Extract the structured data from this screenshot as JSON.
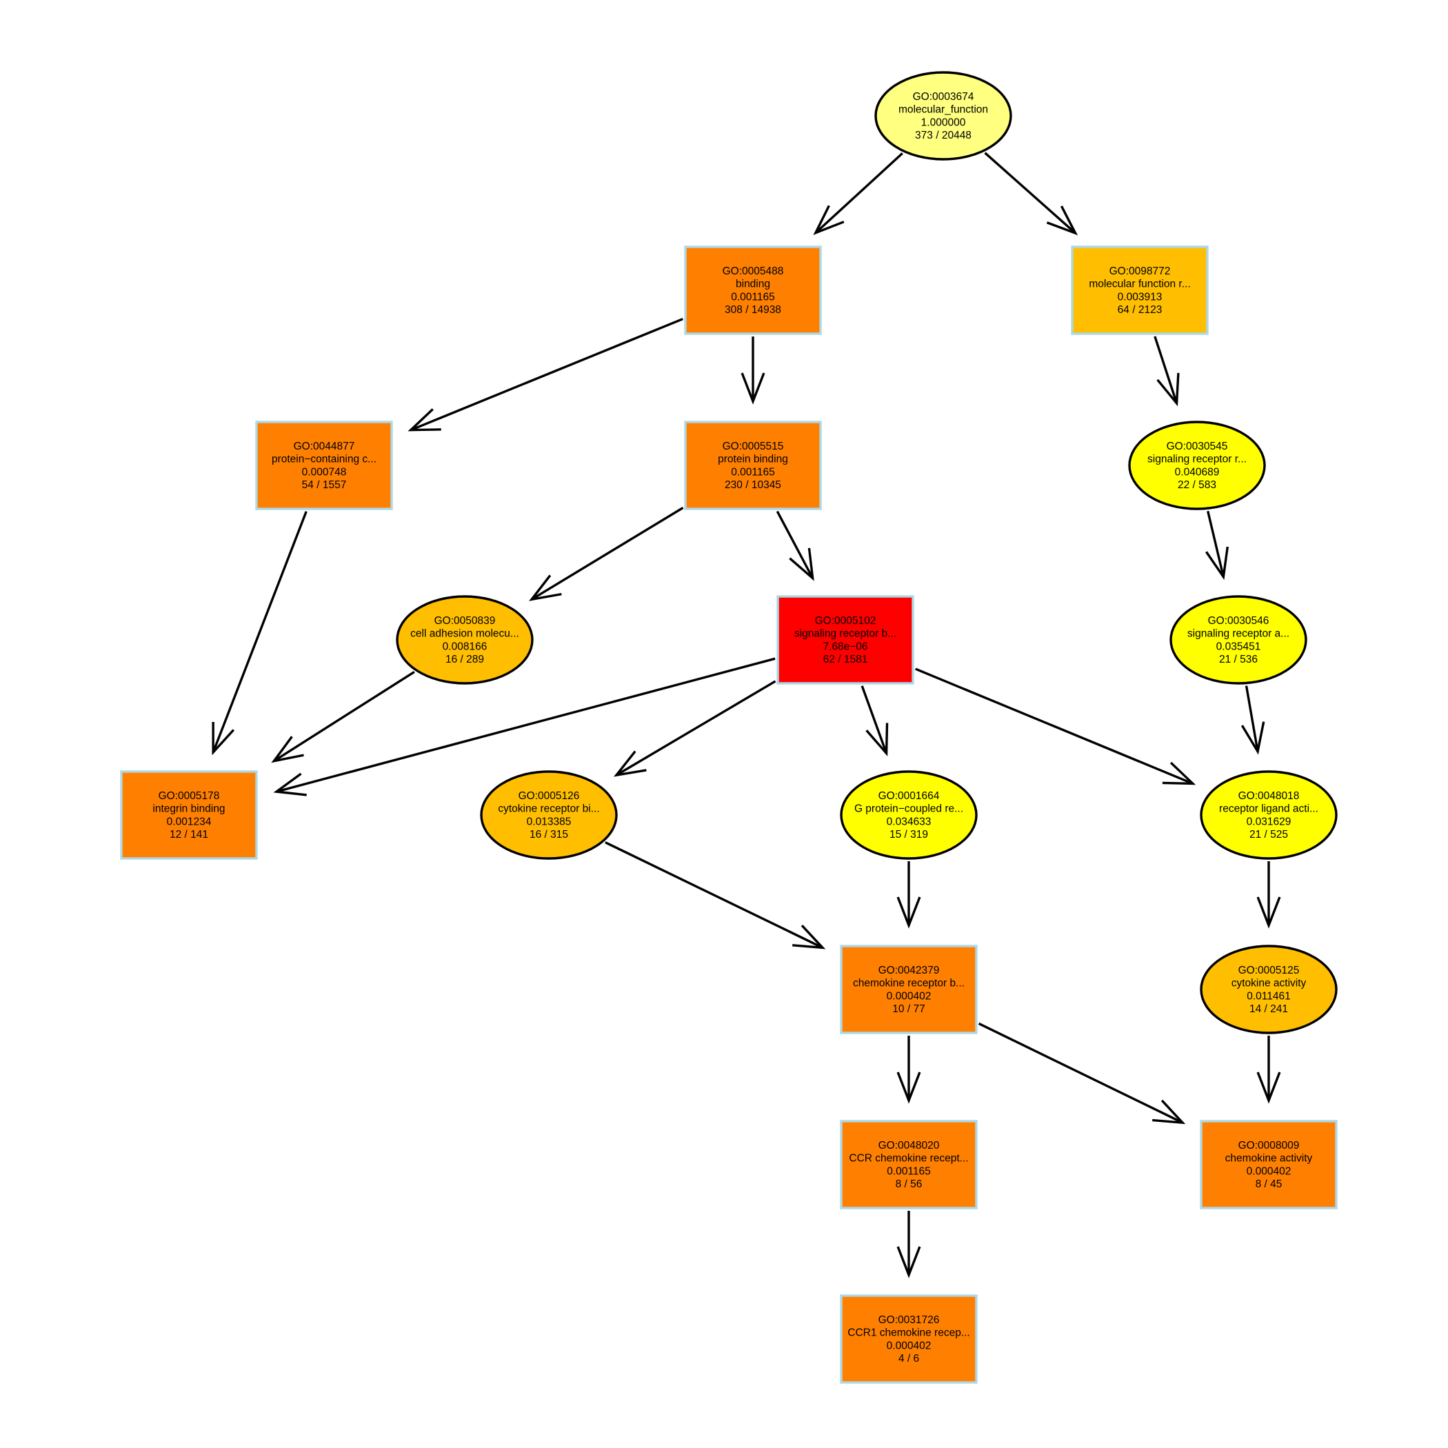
{
  "colors": {
    "red": "#ff0000",
    "orange": "#ff8000",
    "amber": "#ffbf00",
    "yellow": "#ffff00",
    "pale_yellow": "#ffff80",
    "box_border": "#add8e6",
    "ellipse_border": "#000000",
    "edge": "#000000"
  },
  "nodes": [
    {
      "id": "GO:0003674",
      "shape": "ellipse",
      "fill": "#ffff80",
      "lines": [
        "GO:0003674",
        "molecular_function",
        "1.000000",
        "373 / 20448"
      ]
    },
    {
      "id": "GO:0005488",
      "shape": "box",
      "fill": "#ff8000",
      "lines": [
        "GO:0005488",
        "binding",
        "0.001165",
        "308 / 14938"
      ]
    },
    {
      "id": "GO:0098772",
      "shape": "box",
      "fill": "#ffbf00",
      "lines": [
        "GO:0098772",
        "molecular function r...",
        "0.003913",
        "64 / 2123"
      ]
    },
    {
      "id": "GO:0044877",
      "shape": "box",
      "fill": "#ff8000",
      "lines": [
        "GO:0044877",
        "protein−containing c...",
        "0.000748",
        "54 / 1557"
      ]
    },
    {
      "id": "GO:0005515",
      "shape": "box",
      "fill": "#ff8000",
      "lines": [
        "GO:0005515",
        "protein binding",
        "0.001165",
        "230 / 10345"
      ]
    },
    {
      "id": "GO:0030545",
      "shape": "ellipse",
      "fill": "#ffff00",
      "lines": [
        "GO:0030545",
        "signaling receptor r...",
        "0.040689",
        "22 / 583"
      ]
    },
    {
      "id": "GO:0050839",
      "shape": "ellipse",
      "fill": "#ffbf00",
      "lines": [
        "GO:0050839",
        "cell adhesion molecu...",
        "0.008166",
        "16 / 289"
      ]
    },
    {
      "id": "GO:0005102",
      "shape": "box",
      "fill": "#ff0000",
      "lines": [
        "GO:0005102",
        "signaling receptor b...",
        "7.68e−06",
        "62 / 1581"
      ]
    },
    {
      "id": "GO:0030546",
      "shape": "ellipse",
      "fill": "#ffff00",
      "lines": [
        "GO:0030546",
        "signaling receptor a...",
        "0.035451",
        "21 / 536"
      ]
    },
    {
      "id": "GO:0005178",
      "shape": "box",
      "fill": "#ff8000",
      "lines": [
        "GO:0005178",
        "integrin binding",
        "0.001234",
        "12 / 141"
      ]
    },
    {
      "id": "GO:0005126",
      "shape": "ellipse",
      "fill": "#ffbf00",
      "lines": [
        "GO:0005126",
        "cytokine receptor bi...",
        "0.013385",
        "16 / 315"
      ]
    },
    {
      "id": "GO:0001664",
      "shape": "ellipse",
      "fill": "#ffff00",
      "lines": [
        "GO:0001664",
        "G protein−coupled re...",
        "0.034633",
        "15 / 319"
      ]
    },
    {
      "id": "GO:0048018",
      "shape": "ellipse",
      "fill": "#ffff00",
      "lines": [
        "GO:0048018",
        "receptor ligand acti...",
        "0.031629",
        "21 / 525"
      ]
    },
    {
      "id": "GO:0042379",
      "shape": "box",
      "fill": "#ff8000",
      "lines": [
        "GO:0042379",
        "chemokine receptor b...",
        "0.000402",
        "10 / 77"
      ]
    },
    {
      "id": "GO:0005125",
      "shape": "ellipse",
      "fill": "#ffbf00",
      "lines": [
        "GO:0005125",
        "cytokine activity",
        "0.011461",
        "14 / 241"
      ]
    },
    {
      "id": "GO:0048020",
      "shape": "box",
      "fill": "#ff8000",
      "lines": [
        "GO:0048020",
        "CCR chemokine recept...",
        "0.001165",
        "8 / 56"
      ]
    },
    {
      "id": "GO:0008009",
      "shape": "box",
      "fill": "#ff8000",
      "lines": [
        "GO:0008009",
        "chemokine activity",
        "0.000402",
        "8 / 45"
      ]
    },
    {
      "id": "GO:0031726",
      "shape": "box",
      "fill": "#ff8000",
      "lines": [
        "GO:0031726",
        "CCR1 chemokine recep...",
        "0.000402",
        "4 / 6"
      ]
    }
  ],
  "edges": [
    {
      "from": "GO:0003674",
      "to": "GO:0005488"
    },
    {
      "from": "GO:0003674",
      "to": "GO:0098772"
    },
    {
      "from": "GO:0005488",
      "to": "GO:0044877"
    },
    {
      "from": "GO:0005488",
      "to": "GO:0005515"
    },
    {
      "from": "GO:0098772",
      "to": "GO:0030545"
    },
    {
      "from": "GO:0044877",
      "to": "GO:0005178"
    },
    {
      "from": "GO:0005515",
      "to": "GO:0050839"
    },
    {
      "from": "GO:0005515",
      "to": "GO:0005102"
    },
    {
      "from": "GO:0030545",
      "to": "GO:0030546"
    },
    {
      "from": "GO:0050839",
      "to": "GO:0005178"
    },
    {
      "from": "GO:0005102",
      "to": "GO:0005178"
    },
    {
      "from": "GO:0005102",
      "to": "GO:0005126"
    },
    {
      "from": "GO:0005102",
      "to": "GO:0001664"
    },
    {
      "from": "GO:0005102",
      "to": "GO:0048018"
    },
    {
      "from": "GO:0030546",
      "to": "GO:0048018"
    },
    {
      "from": "GO:0005126",
      "to": "GO:0042379"
    },
    {
      "from": "GO:0001664",
      "to": "GO:0042379"
    },
    {
      "from": "GO:0048018",
      "to": "GO:0005125"
    },
    {
      "from": "GO:0042379",
      "to": "GO:0048020"
    },
    {
      "from": "GO:0042379",
      "to": "GO:0008009"
    },
    {
      "from": "GO:0005125",
      "to": "GO:0008009"
    },
    {
      "from": "GO:0048020",
      "to": "GO:0031726"
    }
  ]
}
